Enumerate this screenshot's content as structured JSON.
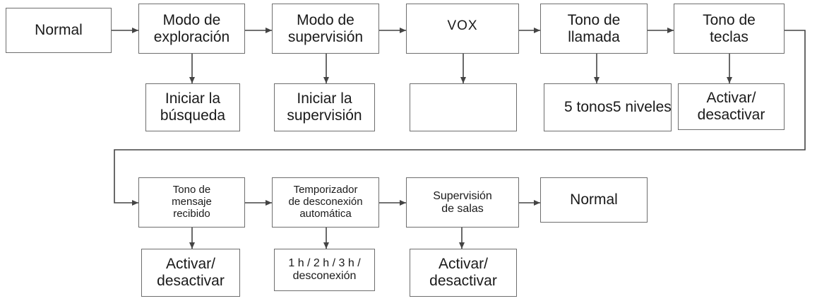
{
  "diagram": {
    "row1": [
      {
        "id": "r1-normal",
        "label": "Normal"
      },
      {
        "id": "modo-exploracion",
        "label": "Modo de\nexploración"
      },
      {
        "id": "modo-supervision",
        "label": "Modo de\nsupervisión"
      },
      {
        "id": "vox",
        "label": "VOX"
      },
      {
        "id": "tono-llamada",
        "label": "Tono de\nllamada"
      },
      {
        "id": "tono-teclas",
        "label": "Tono de\nteclas"
      }
    ],
    "row1_sub": [
      {
        "id": "iniciar-busqueda",
        "label": "Iniciar la\nbúsqueda"
      },
      {
        "id": "iniciar-supervision",
        "label": "Iniciar la\nsupervisión"
      },
      {
        "id": "vox-sub",
        "label": ""
      },
      {
        "id": "cinco-tonos",
        "label": "5 tonos5 niveles"
      },
      {
        "id": "teclas-activar",
        "label": "Activar/\ndesactivar"
      }
    ],
    "row2": [
      {
        "id": "tono-mensaje",
        "label": "Tono de\nmensaje\nrecibido"
      },
      {
        "id": "temporizador",
        "label": "Temporizador\nde desconexión\nautomática"
      },
      {
        "id": "supervision-salas",
        "label": "Supervisión\nde salas"
      },
      {
        "id": "r2-normal",
        "label": "Normal"
      }
    ],
    "row2_sub": [
      {
        "id": "mensaje-activar",
        "label": "Activar/\ndesactivar"
      },
      {
        "id": "temporizador-opciones",
        "label": "1 h / 2 h / 3 h /\ndesconexión"
      },
      {
        "id": "salas-activar",
        "label": "Activar/\ndesactivar"
      }
    ]
  }
}
